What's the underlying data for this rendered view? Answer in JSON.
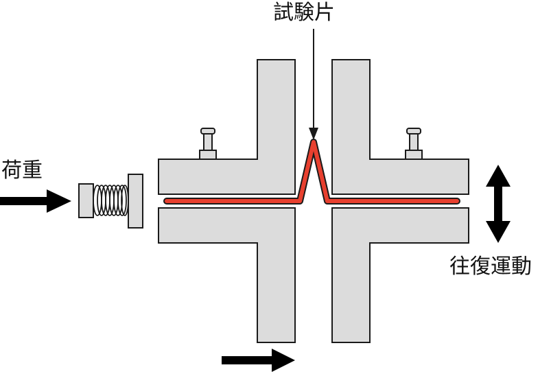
{
  "labels": {
    "specimen": "試験片",
    "load": "荷重",
    "reciprocating_motion": "往復運動"
  },
  "colors": {
    "block_fill": "#dcdcdc",
    "outline": "#1a1a1a",
    "specimen_fill": "#e8402f",
    "arrow": "#000000",
    "background": "#ffffff"
  },
  "icons": {
    "load_arrow": "arrow-right-icon",
    "motion_arrow": "arrow-up-down-icon",
    "bottom_arrow": "arrow-right-icon",
    "spring": "coil-spring-icon",
    "clamp_bolt": "bolt-icon"
  }
}
